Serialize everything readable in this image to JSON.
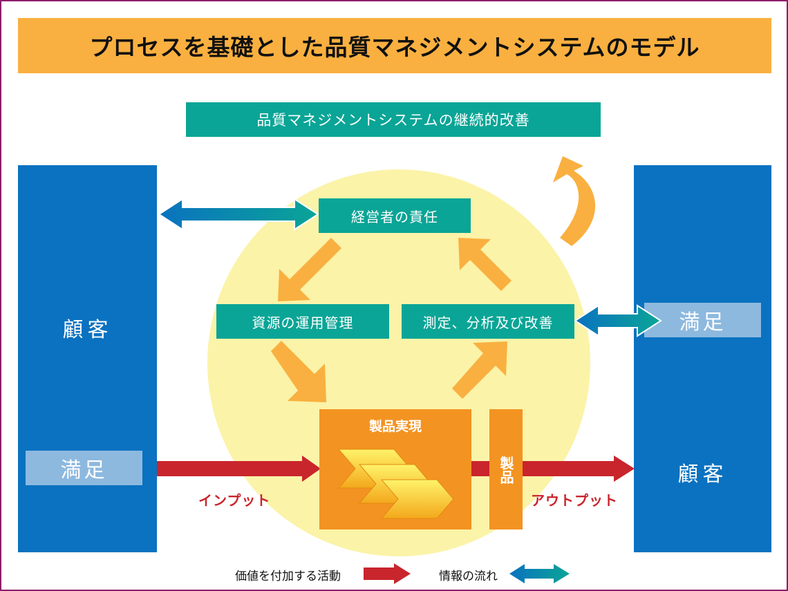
{
  "title": "プロセスを基礎とした品質マネジメントシステムのモデル",
  "improvement_label": "品質マネジメントシステムの継続的改善",
  "left_customer": {
    "label": "顧客",
    "satisfaction": "満足"
  },
  "right_customer": {
    "label": "顧客",
    "satisfaction": "満足"
  },
  "processes": {
    "management_responsibility": "経営者の責任",
    "resource_management": "資源の運用管理",
    "measurement": "測定、分析及び改善",
    "product_realization": "製品実現",
    "product": "製品"
  },
  "flow_labels": {
    "input": "インプット",
    "output": "アウトプット"
  },
  "legend": {
    "value_activity": "価値を付加する活動",
    "information_flow": "情報の流れ"
  },
  "colors": {
    "title_bg": "#f9b040",
    "teal": "#0aa596",
    "customer_blue": "#0a72c0",
    "satisfaction_bg": "#8db9df",
    "circle": "#fbf3a8",
    "orange_arrow": "#f9b040",
    "product_orange": "#f39322",
    "red_arrow": "#c9252c",
    "frame": "#8b1e6b"
  }
}
